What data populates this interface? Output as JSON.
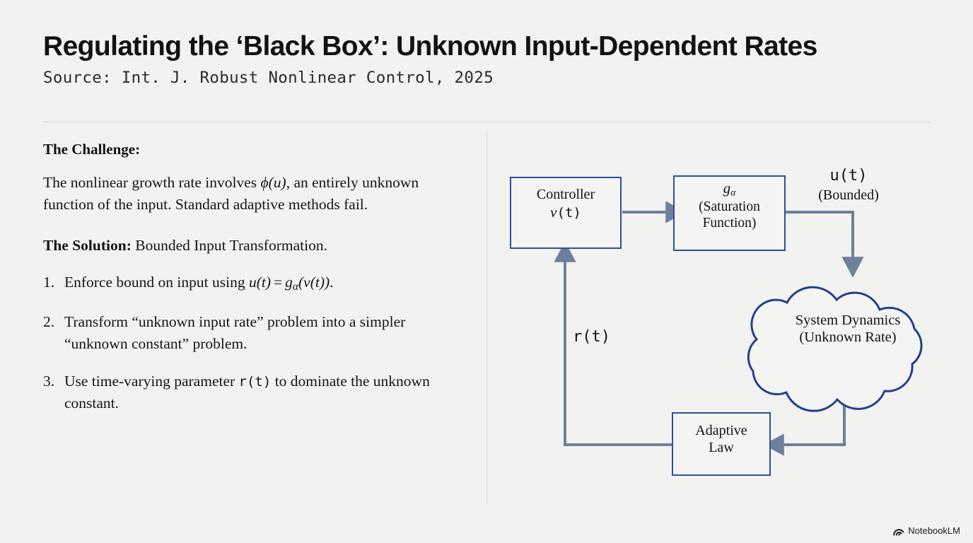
{
  "header": {
    "title": "Regulating the ‘Black Box’: Unknown Input-Dependent Rates",
    "subtitle": "Source: Int. J. Robust Nonlinear Control, 2025"
  },
  "left": {
    "challenge_heading": "The Challenge:",
    "challenge_text_a": "The nonlinear growth rate involves ",
    "challenge_math_phi": "ϕ(u)",
    "challenge_text_b": ", an entirely unknown function of the input. Standard adaptive methods fail.",
    "solution_label": "The Solution:",
    "solution_rest": " Bounded Input Transformation.",
    "steps": [
      {
        "num": "1.",
        "text_a": "Enforce bound on input using ",
        "math_u": "u(t)",
        "math_eq": "=",
        "math_g": "g",
        "math_g_sub": "α",
        "math_v": "(v(t))",
        "text_b": "."
      },
      {
        "num": "2.",
        "text_a": "Transform “unknown input rate” problem into a simpler “unknown constant” problem.",
        "math_u": "",
        "text_b": ""
      },
      {
        "num": "3.",
        "text_a": "Use time-varying parameter ",
        "mono": "r(t)",
        "text_b": " to dominate the unknown constant."
      }
    ]
  },
  "diagram": {
    "controller": {
      "line1": "Controller",
      "line2_mi": "v",
      "line2_mono": "(t)"
    },
    "saturation": {
      "line1_mi": "g",
      "line1_sub": "α",
      "line2": "(Saturation",
      "line3": "Function)"
    },
    "u_label": {
      "mono": "u(t)",
      "serif": "(Bounded)"
    },
    "cloud": {
      "line1": "System Dynamics",
      "line2": "(Unknown Rate)"
    },
    "adaptive": {
      "line1": "Adaptive",
      "line2": "Law"
    },
    "r_label": {
      "mono": "r(t)"
    }
  },
  "footer": {
    "brand": "NotebookLM"
  },
  "colors": {
    "background": "#f2f2f0",
    "box_border": "#2d4f9e",
    "cloud_stroke": "#22408c",
    "arrow": "#6b819b",
    "title": "#121212",
    "rule": "#d8d8d6"
  }
}
